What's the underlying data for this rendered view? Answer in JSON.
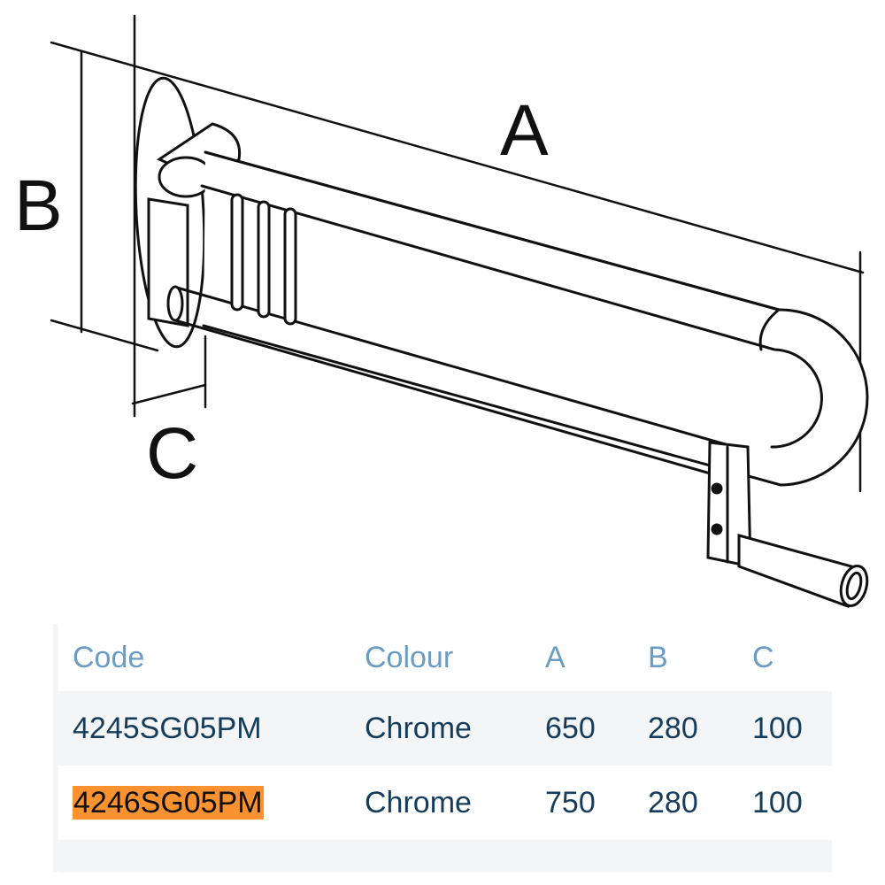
{
  "diagram": {
    "labels": {
      "a": "A",
      "b": "B",
      "c": "C"
    }
  },
  "table": {
    "headers": [
      "Code",
      "Colour",
      "A",
      "B",
      "C"
    ],
    "rows": [
      {
        "code": "4245SG05PM",
        "colour": "Chrome",
        "a": "650",
        "b": "280",
        "c": "100",
        "highlighted": false
      },
      {
        "code": "4246SG05PM",
        "colour": "Chrome",
        "a": "750",
        "b": "280",
        "c": "100",
        "highlighted": true
      }
    ],
    "highlight_color": "#fb9232",
    "header_color": "#6b9cc4",
    "text_color": "#163c5c"
  }
}
